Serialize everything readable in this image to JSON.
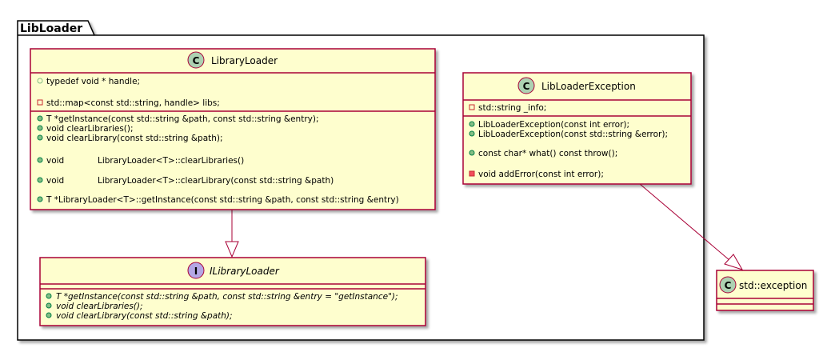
{
  "package": {
    "name": "LibLoader"
  },
  "classes": {
    "library_loader": {
      "name": "LibraryLoader",
      "badge": "C",
      "fields": [
        "typedef void * handle;",
        "std::map<const std::string, handle> libs;"
      ],
      "methods": [
        "T *getInstance(const std::string &path, const std::string &entry);",
        "void clearLibraries();",
        "void clearLibrary(const std::string &path);",
        "void",
        "LibraryLoader<T>::clearLibraries()",
        "void",
        "LibraryLoader<T>::clearLibrary(const std::string &path)",
        "T *LibraryLoader<T>::getInstance(const std::string &path, const std::string &entry)"
      ]
    },
    "ilibrary_loader": {
      "name": "ILibraryLoader",
      "badge": "I",
      "methods": [
        "T *getInstance(const std::string &path, const std::string &entry = \"getInstance\");",
        "void clearLibraries();",
        "void clearLibrary(const std::string &path);"
      ]
    },
    "libloader_exception": {
      "name": "LibLoaderException",
      "badge": "C",
      "fields": [
        "std::string _info;"
      ],
      "methods": [
        "LibLoaderException(const int error);",
        "LibLoaderException(const std::string &error);",
        "const char* what() const throw();",
        "void addError(const int error);"
      ]
    },
    "std_exception": {
      "name": "std::exception",
      "badge": "C"
    }
  },
  "colors": {
    "class_fill": "#FEFECE",
    "class_border": "#A80036",
    "badge_class": "#ADD1B2",
    "badge_interface": "#B4A7E5",
    "public_marker": "#84BE84",
    "private_marker": "#C82930",
    "private_marker_fill": "#F24D5C",
    "arrow": "#A80036"
  }
}
